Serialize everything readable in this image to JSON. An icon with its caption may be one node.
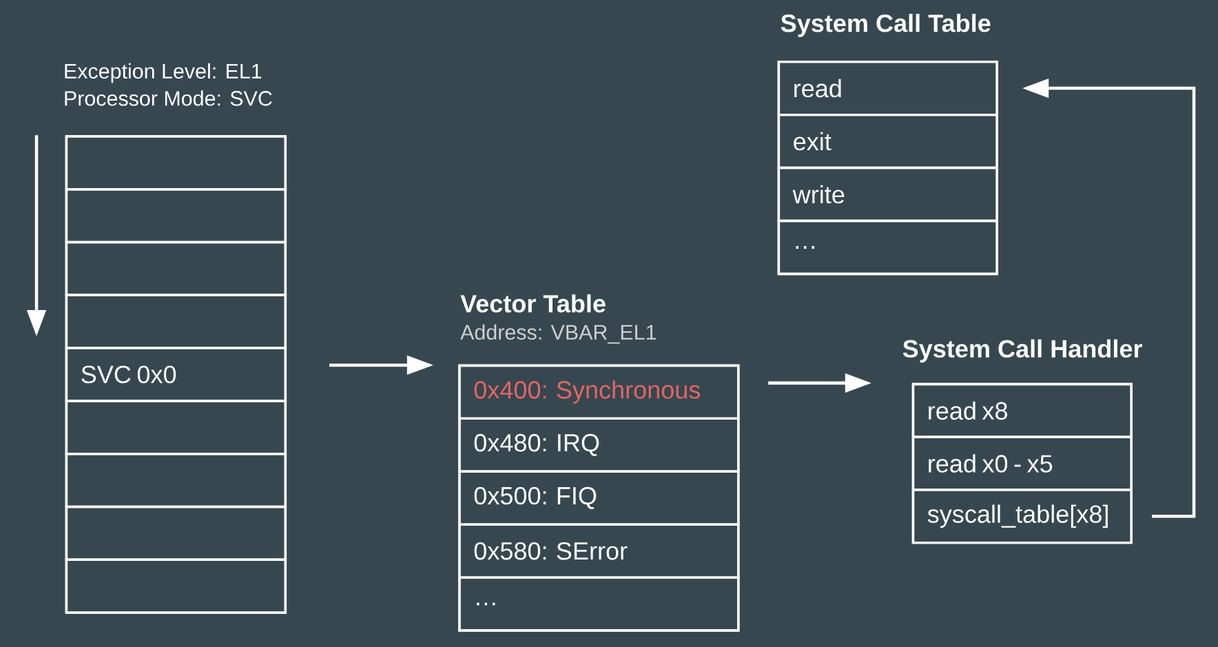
{
  "diagram": {
    "nodes": [
      {
        "text": [
          "Exception Level: EL1",
          "Processor Mode: SVC"
        ]
      },
      {
        "text": [],
        "shape": "box",
        "in": 0
      },
      {
        "text": [],
        "shape": "box",
        "in": 0
      },
      {
        "text": [],
        "shape": "box",
        "in": 0
      },
      {
        "text": [],
        "shape": "box",
        "in": 0
      },
      {
        "text": [
          "SVC 0x0"
        ],
        "in": 0
      },
      {
        "text": [],
        "shape": "box",
        "in": 0
      },
      {
        "text": [],
        "shape": "box",
        "in": 0
      },
      {
        "text": [],
        "shape": "box",
        "in": 0
      },
      {
        "text": [],
        "shape": "box",
        "in": 0
      },
      {
        "text": [
          "Vector Table",
          "Address: VBAR_EL1"
        ]
      },
      {
        "text": [
          "0x400: Synchronous"
        ],
        "in": 10
      },
      {
        "text": [
          "0x480: IRQ"
        ],
        "in": 10
      },
      {
        "text": [
          "0x500: FIQ"
        ],
        "in": 10
      },
      {
        "text": [
          "0x580: SError"
        ],
        "in": 10
      },
      {
        "text": [
          "…"
        ],
        "in": 10
      },
      {
        "text": [
          "System Call Handler"
        ]
      },
      {
        "text": [
          "read x8"
        ],
        "in": 16
      },
      {
        "text": [
          "read x0 - x5"
        ],
        "in": 16
      },
      {
        "text": [
          "syscall_table[x8]"
        ],
        "in": 16
      },
      {
        "text": [
          "System Call Table"
        ]
      },
      {
        "text": [
          "read"
        ],
        "in": 20
      },
      {
        "text": [
          "exit"
        ],
        "in": 20
      },
      {
        "text": [
          "write"
        ],
        "in": 20
      },
      {
        "text": [
          "…"
        ],
        "in": 20
      }
    ],
    "edges": [
      {
        "from": 0,
        "to": 10,
        "arrow": "to"
      },
      {
        "from": 10,
        "to": 16,
        "arrow": "to"
      },
      {
        "from": 19,
        "to": 21,
        "arrow": "to"
      }
    ]
  }
}
